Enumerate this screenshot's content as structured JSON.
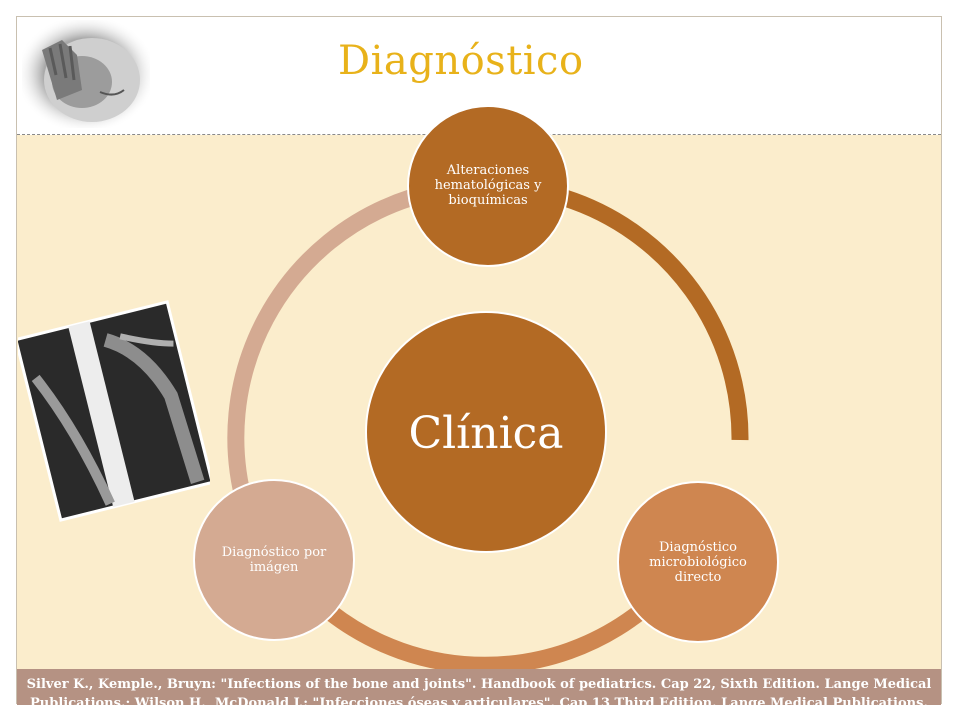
{
  "slide": {
    "title": "Diagnóstico"
  },
  "diagram": {
    "center": "Clínica",
    "nodes": [
      "Alteraciones hematológicas y bioquímicas",
      "Diagnóstico microbiológico directo",
      "Diagnóstico por imágen"
    ]
  },
  "colors": {
    "title": "#e8b21a",
    "band": "#fbedcc",
    "center": "#b36a24",
    "node_top": "#b36a24",
    "node_right": "#cf8650",
    "node_left": "#d4aa92",
    "footer": "#b59283"
  },
  "footer": {
    "reference": "Silver K., Kemple., Bruyn: \"Infections of the bone and joints\". Handbook of pediatrics. Cap 22, Sixth Edition. Lange Medical Publications.; Wilson H., McDonald J.: \"Infecciones óseas y articulares\". Cap 13 Third Edition. Lange Medical Publications."
  }
}
